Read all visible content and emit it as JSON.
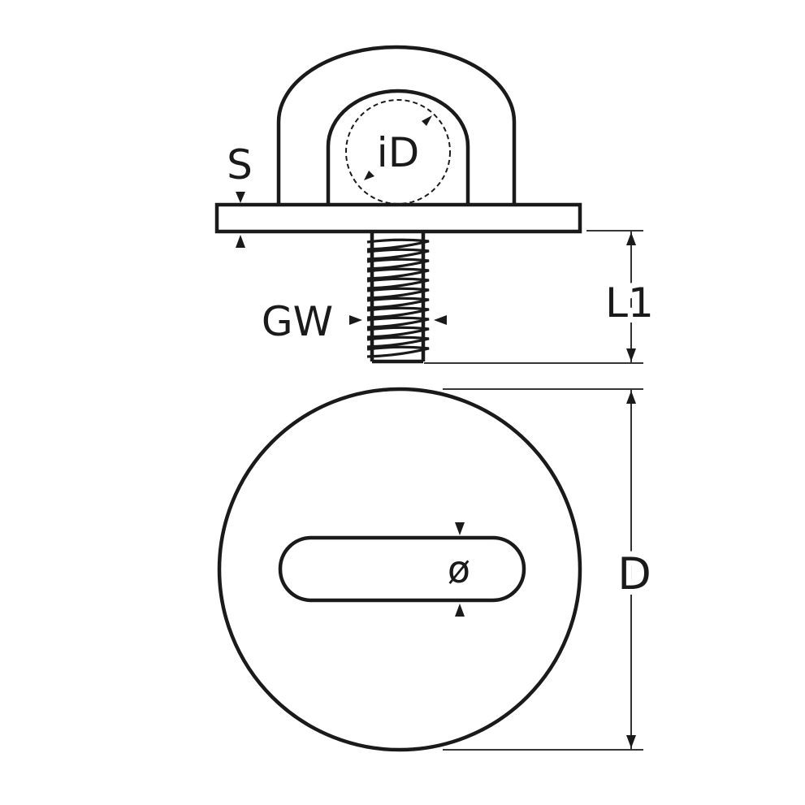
{
  "labels": {
    "inner_diameter": "iD",
    "thickness": "S",
    "thread": "GW",
    "length": "L1",
    "diameter": "D",
    "slot": "ø"
  }
}
